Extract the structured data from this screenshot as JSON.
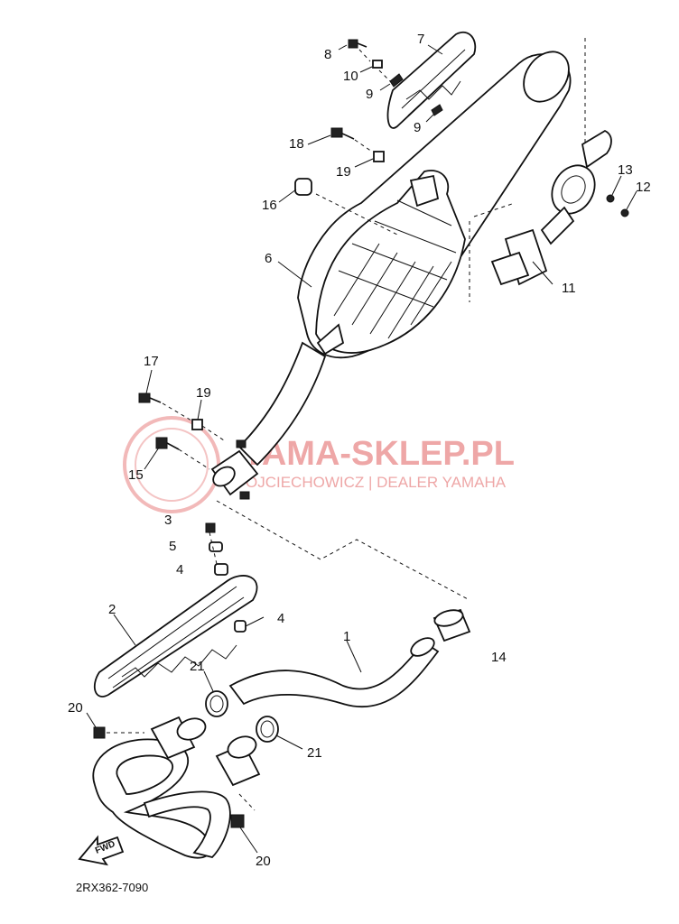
{
  "diagram": {
    "callouts": {
      "c1": "1",
      "c2": "2",
      "c3": "3",
      "c4a": "4",
      "c4b": "4",
      "c5": "5",
      "c6": "6",
      "c7": "7",
      "c8": "8",
      "c9a": "9",
      "c9b": "9",
      "c10": "10",
      "c11": "11",
      "c12": "12",
      "c13": "13",
      "c14": "14",
      "c15": "15",
      "c16": "16",
      "c17": "17",
      "c18": "18",
      "c19a": "19",
      "c19b": "19",
      "c20a": "20",
      "c20b": "20",
      "c21a": "21",
      "c21b": "21"
    },
    "diagram_code": "2RX362-7090",
    "forward_label": "FWD"
  },
  "watermark": {
    "title": "YAMA-SKLEP.PL",
    "subtitle": "OJCIECHOWICZ | DEALER YAMAHA"
  }
}
